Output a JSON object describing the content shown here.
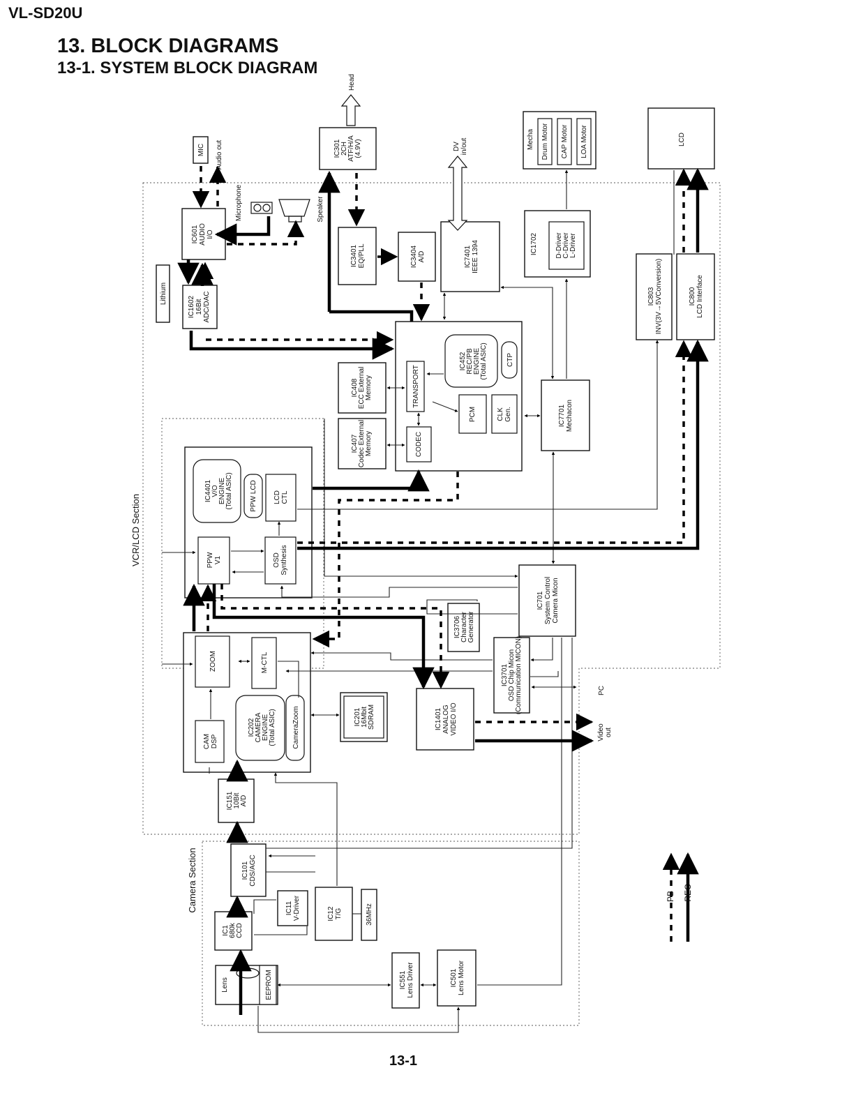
{
  "header": {
    "model": "VL-SD20U",
    "title": "13.  BLOCK DIAGRAMS",
    "subtitle": "13-1. SYSTEM BLOCK DIAGRAM"
  },
  "page_number": "13-1",
  "sections": {
    "vcr_lcd": "VCR/LCD Section",
    "camera": "Camera Section"
  },
  "blocks": {
    "mic": "MIC",
    "audio_out": "Audio out",
    "microphone": "Microphone",
    "speaker": "Speaker",
    "ic601": [
      "IC601",
      "AUDIO",
      "I/O"
    ],
    "lithium": "Lithium",
    "ic1602": [
      "IC1602",
      "16Bit",
      "ADC/DAC"
    ],
    "head": "Head",
    "ic301": [
      "IC301",
      "2CH",
      "ATF/H/A",
      "(4.9V)"
    ],
    "ic3401": [
      "IC3401",
      "EQ/PLL"
    ],
    "ic3404": [
      "IC3404",
      "A/D"
    ],
    "dv_inout": [
      "DV",
      "in/out"
    ],
    "ic7401": [
      "IC7401",
      "IEEE 1394"
    ],
    "mecha": "Mecha",
    "drum_motor": "Drum Motor",
    "cap_motor": "CAP Motor",
    "loa_motor": "LOA Motor",
    "ic1702": "IC1702",
    "ic1702_drivers": [
      "D-Driver",
      "C-Driver",
      "L-Driver"
    ],
    "lcd": "LCD",
    "ic803": [
      "IC803",
      "INV(3V→5VConversion)"
    ],
    "ic800": [
      "IC800",
      "LCD Interface"
    ],
    "ic452": [
      "IC452",
      "REC/PB",
      "ENGINE",
      "(Total ASIC)"
    ],
    "ctp": "CTP",
    "transport": "TRANSPORT",
    "codec": "CODEC",
    "pcm": "PCM",
    "clk_gen": [
      "CLK",
      "Gen."
    ],
    "ic408": [
      "IC408",
      "ECC External",
      "Memory"
    ],
    "ic407": [
      "IC407",
      "Codec External",
      "Memory"
    ],
    "ic7701": [
      "IC7701",
      "Mechacon"
    ],
    "ic4401": [
      "IC4401",
      "V/O",
      "ENGINE",
      "(Total ASIC)"
    ],
    "ppw_lcd": "PPW LCD",
    "lcd_ctl": [
      "LCD",
      "CTL"
    ],
    "ppw_v1": [
      "PPW",
      "V1"
    ],
    "osd_synthesis": [
      "OSD",
      "Synthesis"
    ],
    "ic701": [
      "IC701",
      "System Control",
      "Camera Micon"
    ],
    "ic3706": [
      "IC3706",
      "Character",
      "Generator"
    ],
    "ic3701": [
      "IC3701",
      "OSD Chip Micon",
      "(Communication MICON)"
    ],
    "zoom": "ZOOM",
    "m_ctl": "M-CTL",
    "cam_dsp": [
      "CAM",
      "DSP"
    ],
    "ic202": [
      "IC202",
      "CAMERA",
      "ENGINE",
      "(Total ASIC)"
    ],
    "camera_zoom": "CameraZoom",
    "ic201": [
      "IC201",
      "16Mbit",
      "SDRAM"
    ],
    "ic1401": [
      "IC1401",
      "ANALOG",
      "VIDEO I/O"
    ],
    "pc": "PC",
    "video_out": [
      "Video",
      "out"
    ],
    "ic151": [
      "IC151",
      "10Bit",
      "A/D"
    ],
    "ic101": [
      "IC101",
      "CDS/AGC"
    ],
    "ic11": [
      "IC11",
      "V-Driver"
    ],
    "ic12": [
      "IC12",
      "T/G"
    ],
    "osc": "36MHz",
    "ic1": [
      "IC1",
      "680k",
      "CCD"
    ],
    "lens": "Lens",
    "eeprom": "EEPROM",
    "ic551": [
      "IC551",
      "Lens Driver"
    ],
    "ic501": [
      "IC501",
      "Lens Motor"
    ]
  },
  "legend": {
    "pb": "PB",
    "rec": "REC"
  }
}
